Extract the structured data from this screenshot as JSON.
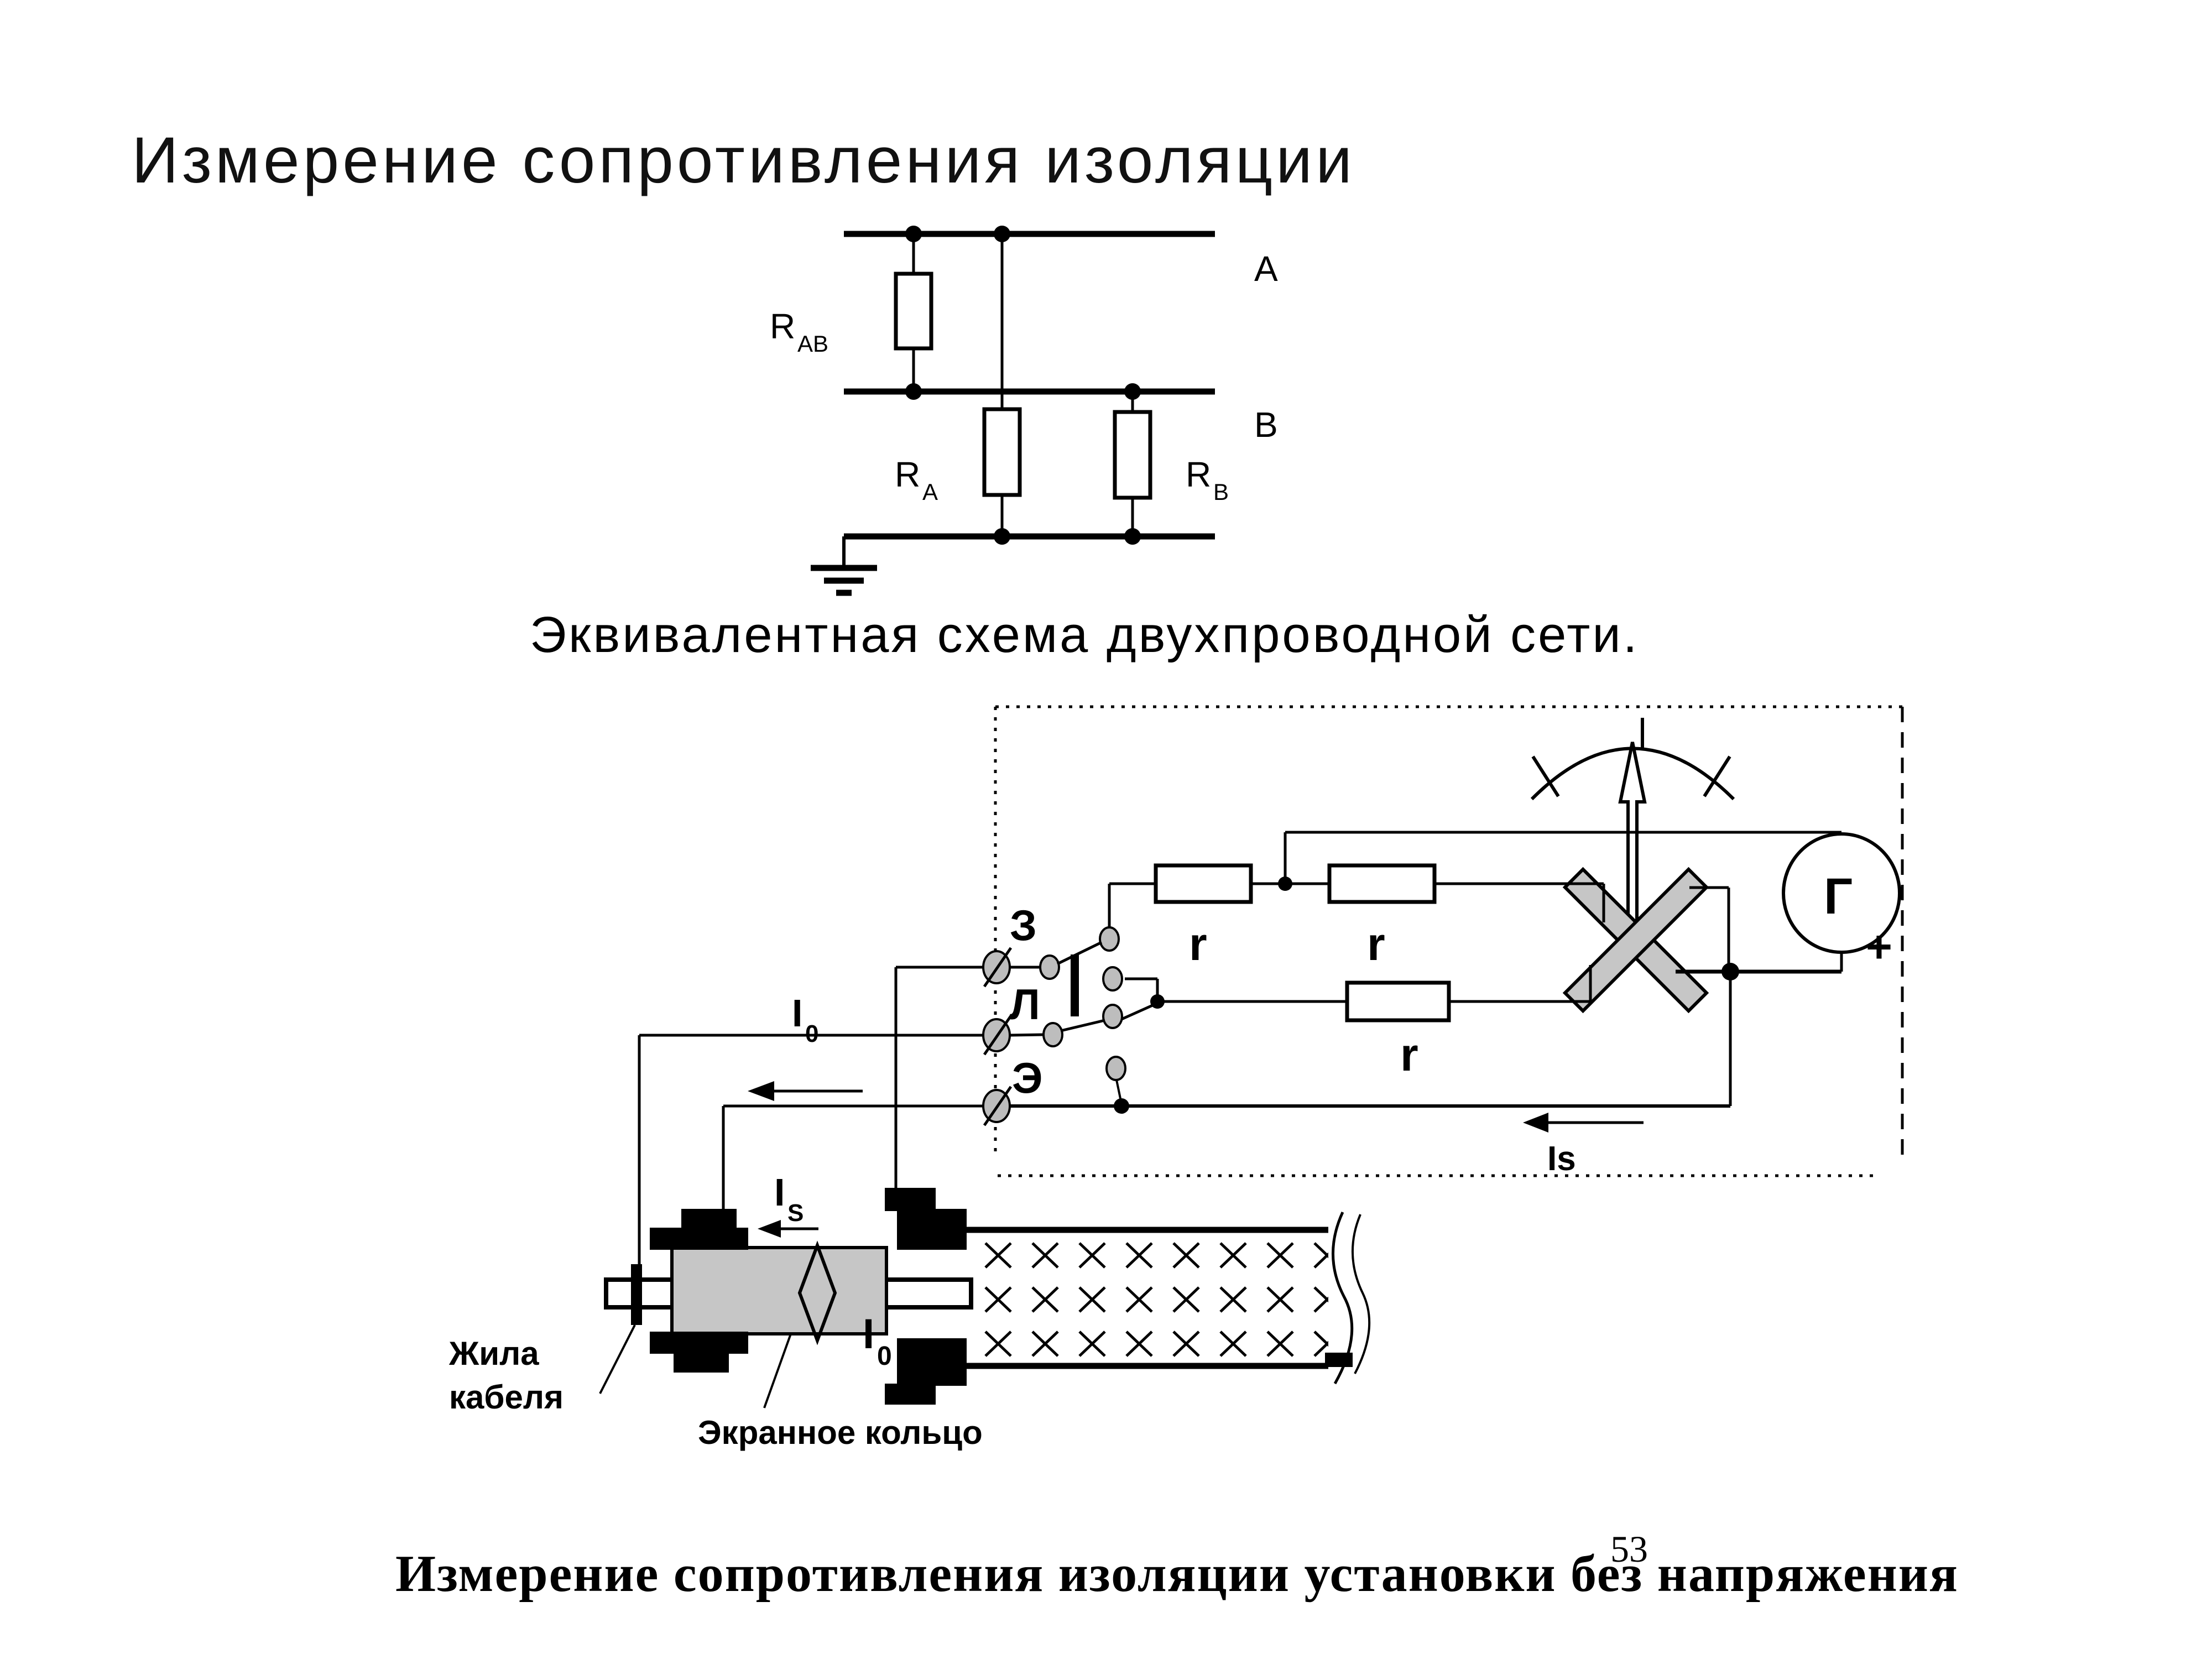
{
  "slide": {
    "title": "Измерение сопротивления изоляции",
    "caption": "Эквивалентная схема двухпроводной сети.",
    "footer": "Измерение сопротивления изоляции установки без напряжения",
    "page_number": "53"
  },
  "equivalent_circuit": {
    "phase_a": "A",
    "phase_b": "B",
    "r_ab_base": "R",
    "r_ab_sub": "АВ",
    "r_a_base": "R",
    "r_a_sub": "А",
    "r_b_base": "R",
    "r_b_sub": "В"
  },
  "megohmmeter": {
    "terminal_z": "З",
    "terminal_l": "Л",
    "terminal_e": "Э",
    "resistor_1": "r",
    "resistor_2": "r",
    "resistor_3": "r",
    "generator": "Г",
    "polarity": "+",
    "current_i0_base": "I",
    "current_i0_sub": "0",
    "current_is_base": "I",
    "current_is_sub": "S",
    "current_is_right": "Is"
  },
  "cable": {
    "current_i0_base": "I",
    "current_i0_sub": "0",
    "core_label_line1": "Жила",
    "core_label_line2": "кабеля",
    "screen_ring_label": "Экранное кольцо"
  },
  "colors": {
    "ink": "#000000",
    "metal-gray": "#c6c6c6",
    "contact-gray": "#bdbdbd"
  }
}
